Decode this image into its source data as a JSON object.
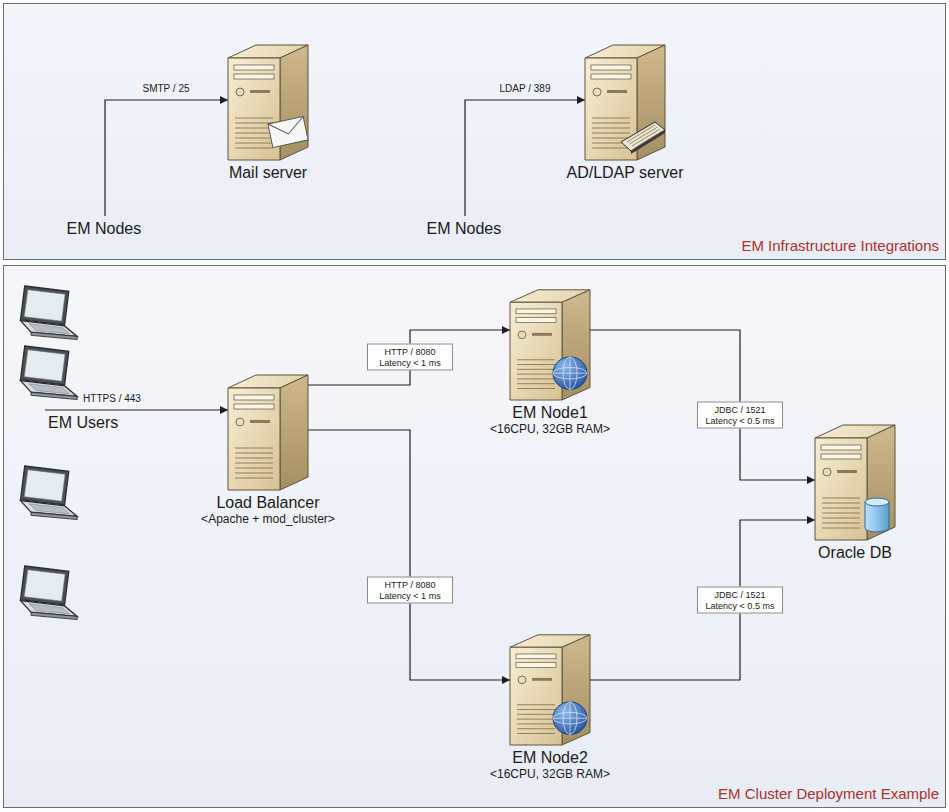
{
  "diagram": {
    "nodes": [
      {
        "text": [
          "EM Infrastructure Integrations"
        ]
      },
      {
        "text": [
          "EM Nodes"
        ],
        "in": 0
      },
      {
        "text": [
          "Mail server"
        ],
        "in": 0
      },
      {
        "text": [
          "EM Nodes"
        ],
        "in": 0
      },
      {
        "text": [
          "AD/LDAP server"
        ],
        "in": 0
      },
      {
        "text": [
          "EM Cluster Deployment Example"
        ]
      },
      {
        "text": [
          "EM Users"
        ],
        "in": 5
      },
      {
        "text": [
          "Load Balancer",
          "<Apache + mod_cluster>"
        ],
        "in": 5
      },
      {
        "text": [
          "EM Node1",
          "<16CPU, 32GB RAM>"
        ],
        "in": 5
      },
      {
        "text": [
          "EM Node2",
          "<16CPU, 32GB RAM>"
        ],
        "in": 5
      },
      {
        "text": [
          "Oracle DB"
        ],
        "in": 5
      }
    ],
    "edges": [
      {
        "from": 1,
        "to": 2,
        "arrow": "to",
        "label": "SMTP / 25"
      },
      {
        "from": 3,
        "to": 4,
        "arrow": "to",
        "label": "LDAP / 389"
      },
      {
        "from": 6,
        "to": 7,
        "arrow": "to",
        "label": "HTTPS / 443"
      },
      {
        "from": 7,
        "to": 8,
        "arrow": "to",
        "label": "HTTP / 8080 Latency < 1 ms"
      },
      {
        "from": 7,
        "to": 9,
        "arrow": "to",
        "label": "HTTP / 8080 Latency < 1 ms"
      },
      {
        "from": 8,
        "to": 10,
        "arrow": "to",
        "label": "JDBC / 1521 Latency < 0.5 ms"
      },
      {
        "from": 9,
        "to": 10,
        "arrow": "to",
        "label": "JDBC / 1521 Latency < 0.5 ms"
      }
    ]
  }
}
